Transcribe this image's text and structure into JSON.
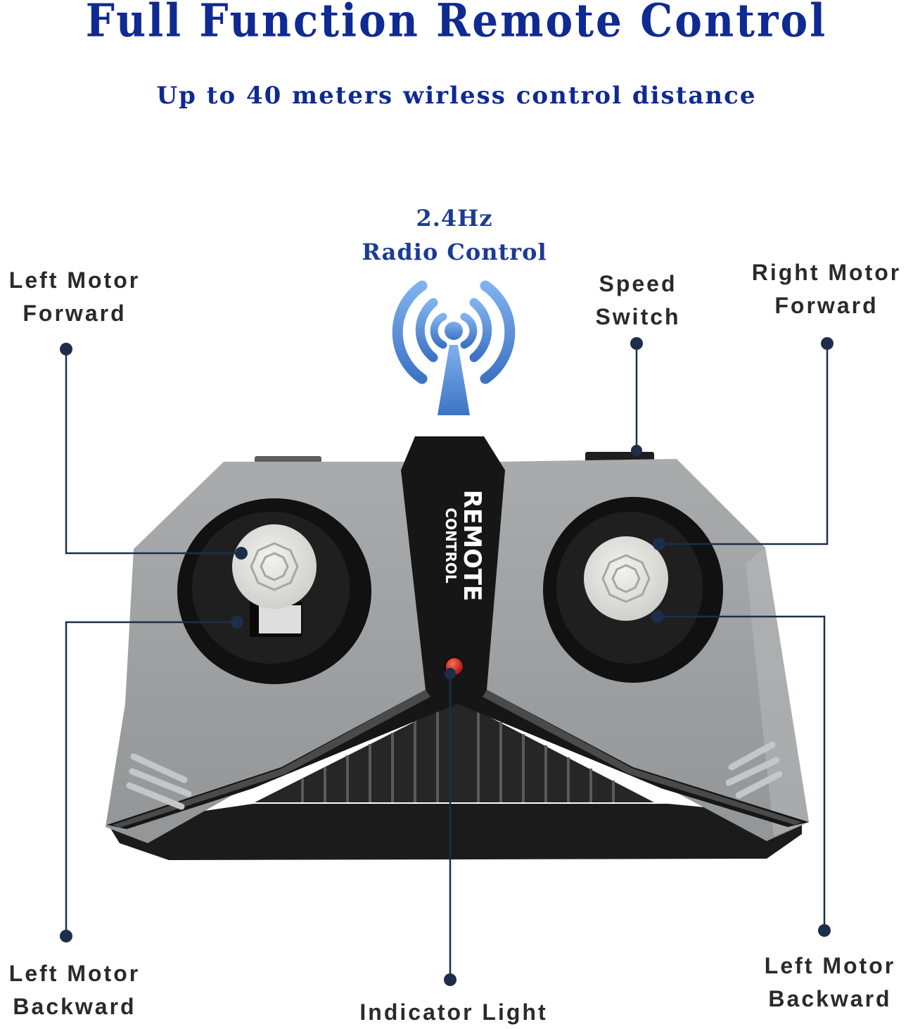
{
  "title": "Full Function Remote Control",
  "subtitle": "Up to 40 meters wirless control distance",
  "radio": {
    "line1": "2.4Hz",
    "line2": "Radio Control"
  },
  "controller": {
    "logo_line1": "REMOTE",
    "logo_line2": "CONTROL"
  },
  "labels": {
    "left_forward": {
      "line1": "Left Motor",
      "line2": "Forward"
    },
    "speed_switch": {
      "line1": "Speed",
      "line2": "Switch"
    },
    "right_forward": {
      "line1": "Right Motor",
      "line2": "Forward"
    },
    "left_backward": {
      "line1": "Left Motor",
      "line2": "Backward"
    },
    "indicator": {
      "line1": "Indicator Light"
    },
    "right_backward": {
      "line1": "Left Motor",
      "line2": "Backward"
    }
  },
  "colors": {
    "title": "#0f2a93",
    "label": "#2a2a2a",
    "signal_blue": "#4a86d4",
    "controller_gray": "#9fa1a3",
    "callout_line": "#1d2e4a"
  }
}
